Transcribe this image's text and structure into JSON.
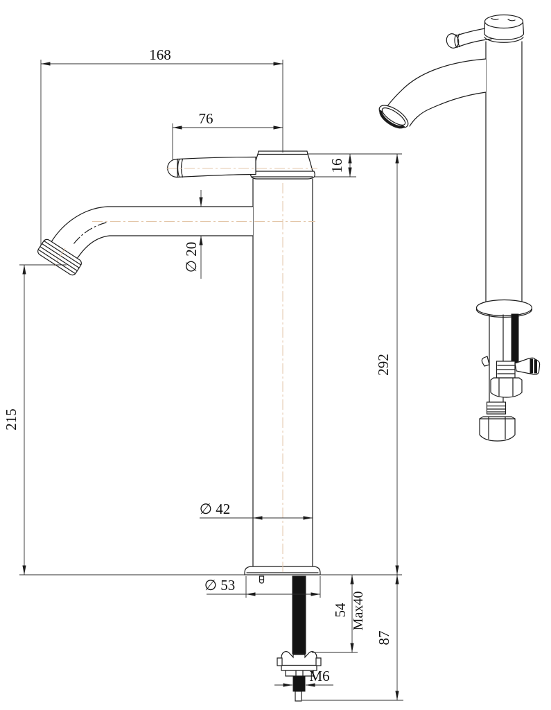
{
  "drawing": {
    "dims": {
      "spout_reach": "168",
      "handle_length": "76",
      "cap_height": "16",
      "spout_diameter": "∅ 20",
      "spout_height": "215",
      "overall_height": "292",
      "body_diameter": "∅ 42",
      "base_diameter": "∅ 53",
      "stud_clamp_length": "54",
      "max_deck_thickness": "Max40",
      "below_deck_height": "87",
      "thread_size": "M6"
    },
    "colors": {
      "line": "#1c1c1c",
      "dimline": "#2e2e2e",
      "centerline": "#e3c6a8",
      "background": "#ffffff"
    }
  }
}
